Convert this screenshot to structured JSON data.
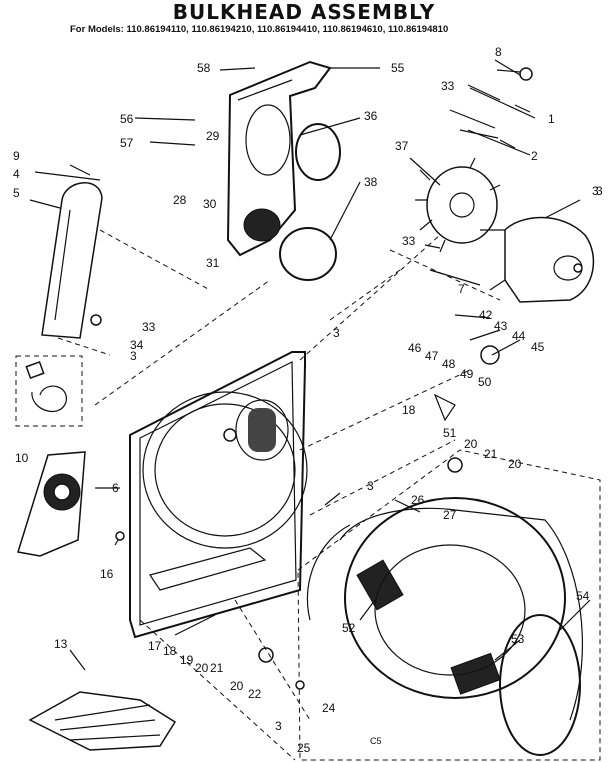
{
  "title": "BULKHEAD ASSEMBLY",
  "models_line": "For Models: 110.86194110, 110.86194210, 110.86194410, 110.86194610, 110.86194810",
  "footer_code": "C5",
  "callouts": [
    {
      "label": "1"
    },
    {
      "label": "2"
    },
    {
      "label": "3"
    },
    {
      "label": "4"
    },
    {
      "label": "5"
    },
    {
      "label": "6"
    },
    {
      "label": "7"
    },
    {
      "label": "8"
    },
    {
      "label": "9"
    },
    {
      "label": "10"
    },
    {
      "label": "13"
    },
    {
      "label": "16"
    },
    {
      "label": "17"
    },
    {
      "label": "18"
    },
    {
      "label": "19"
    },
    {
      "label": "20"
    },
    {
      "label": "21"
    },
    {
      "label": "20"
    },
    {
      "label": "22"
    },
    {
      "label": "3"
    },
    {
      "label": "24"
    },
    {
      "label": "25"
    },
    {
      "label": "26"
    },
    {
      "label": "27"
    },
    {
      "label": "28"
    },
    {
      "label": "29"
    },
    {
      "label": "30"
    },
    {
      "label": "31"
    },
    {
      "label": "33"
    },
    {
      "label": "33"
    },
    {
      "label": "33"
    },
    {
      "label": "34"
    },
    {
      "label": "3"
    },
    {
      "label": "3"
    },
    {
      "label": "3"
    },
    {
      "label": "3"
    },
    {
      "label": "36"
    },
    {
      "label": "37"
    },
    {
      "label": "38"
    },
    {
      "label": "42"
    },
    {
      "label": "43"
    },
    {
      "label": "44"
    },
    {
      "label": "45"
    },
    {
      "label": "46"
    },
    {
      "label": "47"
    },
    {
      "label": "48"
    },
    {
      "label": "49"
    },
    {
      "label": "50"
    },
    {
      "label": "18"
    },
    {
      "label": "51"
    },
    {
      "label": "20"
    },
    {
      "label": "21"
    },
    {
      "label": "20"
    },
    {
      "label": "52"
    },
    {
      "label": "53"
    },
    {
      "label": "54"
    },
    {
      "label": "55"
    },
    {
      "label": "56"
    },
    {
      "label": "57"
    },
    {
      "label": "58"
    }
  ]
}
